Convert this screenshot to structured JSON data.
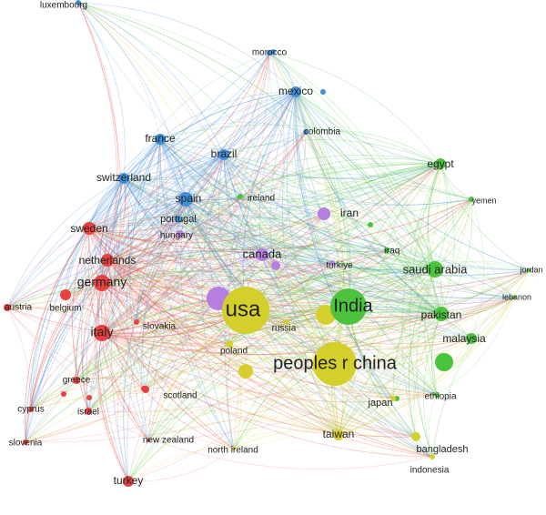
{
  "colors": {
    "red": "#e8413f",
    "blue": "#3f8fd8",
    "green": "#4cc33c",
    "yellow": "#d4cf2a",
    "purple": "#b67ee0"
  },
  "nodes": [
    {
      "id": "usa",
      "label": "usa",
      "cluster": "yellow"
    },
    {
      "id": "peoples-r-china",
      "label": "peoples r china",
      "cluster": "yellow"
    },
    {
      "id": "india",
      "label": "India",
      "cluster": "green"
    },
    {
      "id": "germany",
      "label": "germany",
      "cluster": "red"
    },
    {
      "id": "italy",
      "label": "italy",
      "cluster": "red"
    },
    {
      "id": "netherlands",
      "label": "netherlands",
      "cluster": "red"
    },
    {
      "id": "sweden",
      "label": "sweden",
      "cluster": "red"
    },
    {
      "id": "belgium",
      "label": "belgium",
      "cluster": "red"
    },
    {
      "id": "austria",
      "label": "austria",
      "cluster": "red"
    },
    {
      "id": "greece",
      "label": "greece",
      "cluster": "red"
    },
    {
      "id": "cyprus",
      "label": "cyprus",
      "cluster": "red"
    },
    {
      "id": "israel",
      "label": "israel",
      "cluster": "red"
    },
    {
      "id": "slovenia",
      "label": "slovenia",
      "cluster": "red"
    },
    {
      "id": "scotland",
      "label": "scotland",
      "cluster": "red"
    },
    {
      "id": "turkey",
      "label": "turkey",
      "cluster": "red"
    },
    {
      "id": "new-zealand",
      "label": "new zealand",
      "cluster": "red"
    },
    {
      "id": "slovakia",
      "label": "slovakia",
      "cluster": "red"
    },
    {
      "id": "switzerland",
      "label": "switzerland",
      "cluster": "blue"
    },
    {
      "id": "france",
      "label": "france",
      "cluster": "blue"
    },
    {
      "id": "spain",
      "label": "spain",
      "cluster": "blue"
    },
    {
      "id": "brazil",
      "label": "brazil",
      "cluster": "blue"
    },
    {
      "id": "portugal",
      "label": "portugal",
      "cluster": "blue"
    },
    {
      "id": "mexico",
      "label": "mexico",
      "cluster": "blue"
    },
    {
      "id": "colombia",
      "label": "colombia",
      "cluster": "blue"
    },
    {
      "id": "morocco",
      "label": "morocco",
      "cluster": "blue"
    },
    {
      "id": "luxembourg",
      "label": "luxembourg",
      "cluster": "blue"
    },
    {
      "id": "canada",
      "label": "canada",
      "cluster": "purple"
    },
    {
      "id": "iran",
      "label": "iran",
      "cluster": "purple"
    },
    {
      "id": "hungary",
      "label": "hungary",
      "cluster": "purple"
    },
    {
      "id": "turkiye",
      "label": "turkiye",
      "cluster": "purple"
    },
    {
      "id": "russia",
      "label": "russia",
      "cluster": "yellow"
    },
    {
      "id": "poland",
      "label": "poland",
      "cluster": "yellow"
    },
    {
      "id": "taiwan",
      "label": "taiwan",
      "cluster": "yellow"
    },
    {
      "id": "japan",
      "label": "japan",
      "cluster": "yellow"
    },
    {
      "id": "bangladesh",
      "label": "bangladesh",
      "cluster": "yellow"
    },
    {
      "id": "indonesia",
      "label": "indonesia",
      "cluster": "yellow"
    },
    {
      "id": "north-ireland",
      "label": "north ireland",
      "cluster": "yellow"
    },
    {
      "id": "saudi-arabia",
      "label": "saudi arabia",
      "cluster": "green"
    },
    {
      "id": "pakistan",
      "label": "pakistan",
      "cluster": "green"
    },
    {
      "id": "malaysia",
      "label": "malaysia",
      "cluster": "green"
    },
    {
      "id": "egypt",
      "label": "egypt",
      "cluster": "green"
    },
    {
      "id": "yemen",
      "label": "yemen",
      "cluster": "green"
    },
    {
      "id": "jordan",
      "label": "jordan",
      "cluster": "green"
    },
    {
      "id": "lebanon",
      "label": "lebanon",
      "cluster": "green"
    },
    {
      "id": "iraq",
      "label": "iraq",
      "cluster": "green"
    },
    {
      "id": "ireland",
      "label": "ireland",
      "cluster": "green"
    },
    {
      "id": "ethiopia",
      "label": "ethiopia",
      "cluster": "green"
    }
  ]
}
